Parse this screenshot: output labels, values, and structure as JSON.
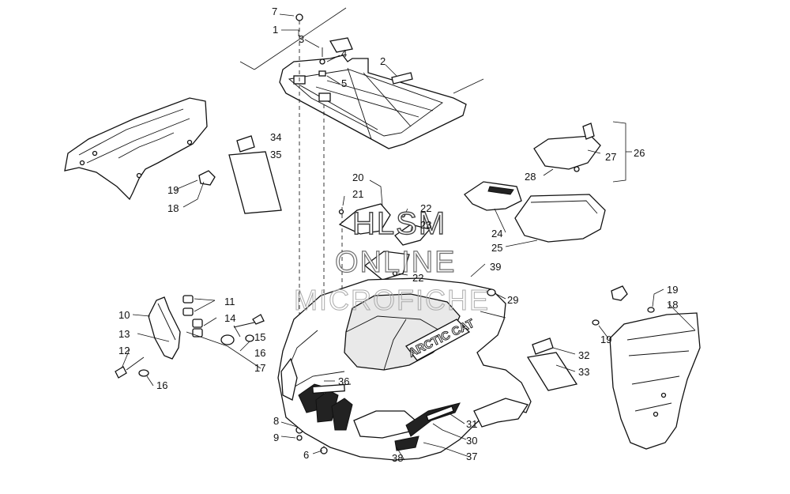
{
  "watermark": {
    "line1": "HLSM",
    "line2": "ONLINE",
    "line3": "MICROFICHE"
  },
  "decal_text": "ARCTIC CAT",
  "callouts": [
    {
      "id": "c7",
      "text": "7"
    },
    {
      "id": "c1",
      "text": "1"
    },
    {
      "id": "c3",
      "text": "3"
    },
    {
      "id": "c4",
      "text": "4"
    },
    {
      "id": "c5",
      "text": "5"
    },
    {
      "id": "c2",
      "text": "2"
    },
    {
      "id": "c34",
      "text": "34"
    },
    {
      "id": "c35",
      "text": "35"
    },
    {
      "id": "c19a",
      "text": "19"
    },
    {
      "id": "c18a",
      "text": "18"
    },
    {
      "id": "c20",
      "text": "20"
    },
    {
      "id": "c21",
      "text": "21"
    },
    {
      "id": "c22a",
      "text": "22"
    },
    {
      "id": "c23",
      "text": "23"
    },
    {
      "id": "c22b",
      "text": "22"
    },
    {
      "id": "c26",
      "text": "26"
    },
    {
      "id": "c27",
      "text": "27"
    },
    {
      "id": "c28",
      "text": "28"
    },
    {
      "id": "c24",
      "text": "24"
    },
    {
      "id": "c25",
      "text": "25"
    },
    {
      "id": "c39",
      "text": "39"
    },
    {
      "id": "c29",
      "text": "29"
    },
    {
      "id": "c19b",
      "text": "19"
    },
    {
      "id": "c18b",
      "text": "18"
    },
    {
      "id": "c19c",
      "text": "19"
    },
    {
      "id": "c32",
      "text": "32"
    },
    {
      "id": "c33",
      "text": "33"
    },
    {
      "id": "c10",
      "text": "10"
    },
    {
      "id": "c11",
      "text": "11"
    },
    {
      "id": "c14",
      "text": "14"
    },
    {
      "id": "c13",
      "text": "13"
    },
    {
      "id": "c15",
      "text": "15"
    },
    {
      "id": "c12",
      "text": "12"
    },
    {
      "id": "c16a",
      "text": "16"
    },
    {
      "id": "c17",
      "text": "17"
    },
    {
      "id": "c16b",
      "text": "16"
    },
    {
      "id": "c36",
      "text": "36"
    },
    {
      "id": "c8",
      "text": "8"
    },
    {
      "id": "c9",
      "text": "9"
    },
    {
      "id": "c6",
      "text": "6"
    },
    {
      "id": "c31",
      "text": "31"
    },
    {
      "id": "c30",
      "text": "30"
    },
    {
      "id": "c38",
      "text": "38"
    },
    {
      "id": "c37",
      "text": "37"
    }
  ]
}
